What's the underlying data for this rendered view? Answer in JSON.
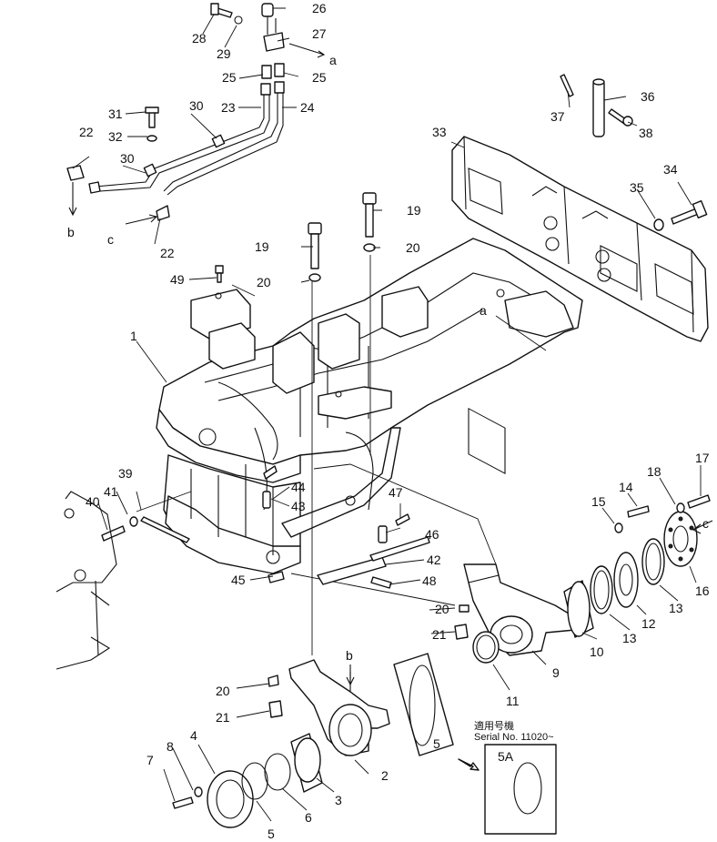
{
  "callouts": {
    "c1": "1",
    "c2": "2",
    "c3": "3",
    "c4": "4",
    "c5a": "5",
    "c5b": "5",
    "c6": "6",
    "c7": "7",
    "c8": "8",
    "c9": "9",
    "c10": "10",
    "c11": "11",
    "c12": "12",
    "c13a": "13",
    "c13b": "13",
    "c14": "14",
    "c15": "15",
    "c16": "16",
    "c17": "17",
    "c18": "18",
    "c19a": "19",
    "c19b": "19",
    "c20a": "20",
    "c20b": "20",
    "c20c": "20",
    "c20d": "20",
    "c21a": "21",
    "c21b": "21",
    "c22a": "22",
    "c22b": "22",
    "c23": "23",
    "c24": "24",
    "c25a": "25",
    "c25b": "25",
    "c26": "26",
    "c27": "27",
    "c28": "28",
    "c29": "29",
    "c30a": "30",
    "c30b": "30",
    "c31": "31",
    "c32": "32",
    "c33": "33",
    "c34": "34",
    "c35": "35",
    "c36": "36",
    "c37": "37",
    "c38": "38",
    "c39": "39",
    "c40": "40",
    "c41": "41",
    "c42": "42",
    "c43": "43",
    "c44": "44",
    "c45": "45",
    "c46": "46",
    "c47": "47",
    "c48": "48",
    "c49": "49"
  },
  "refs": {
    "a_top": "a",
    "a_frame": "a",
    "b_left": "b",
    "b_lower": "b",
    "c_left": "c",
    "c_right": "c"
  },
  "serial_box": {
    "jp": "適用号機",
    "serial": "Serial No. 11020~",
    "part": "5A"
  }
}
